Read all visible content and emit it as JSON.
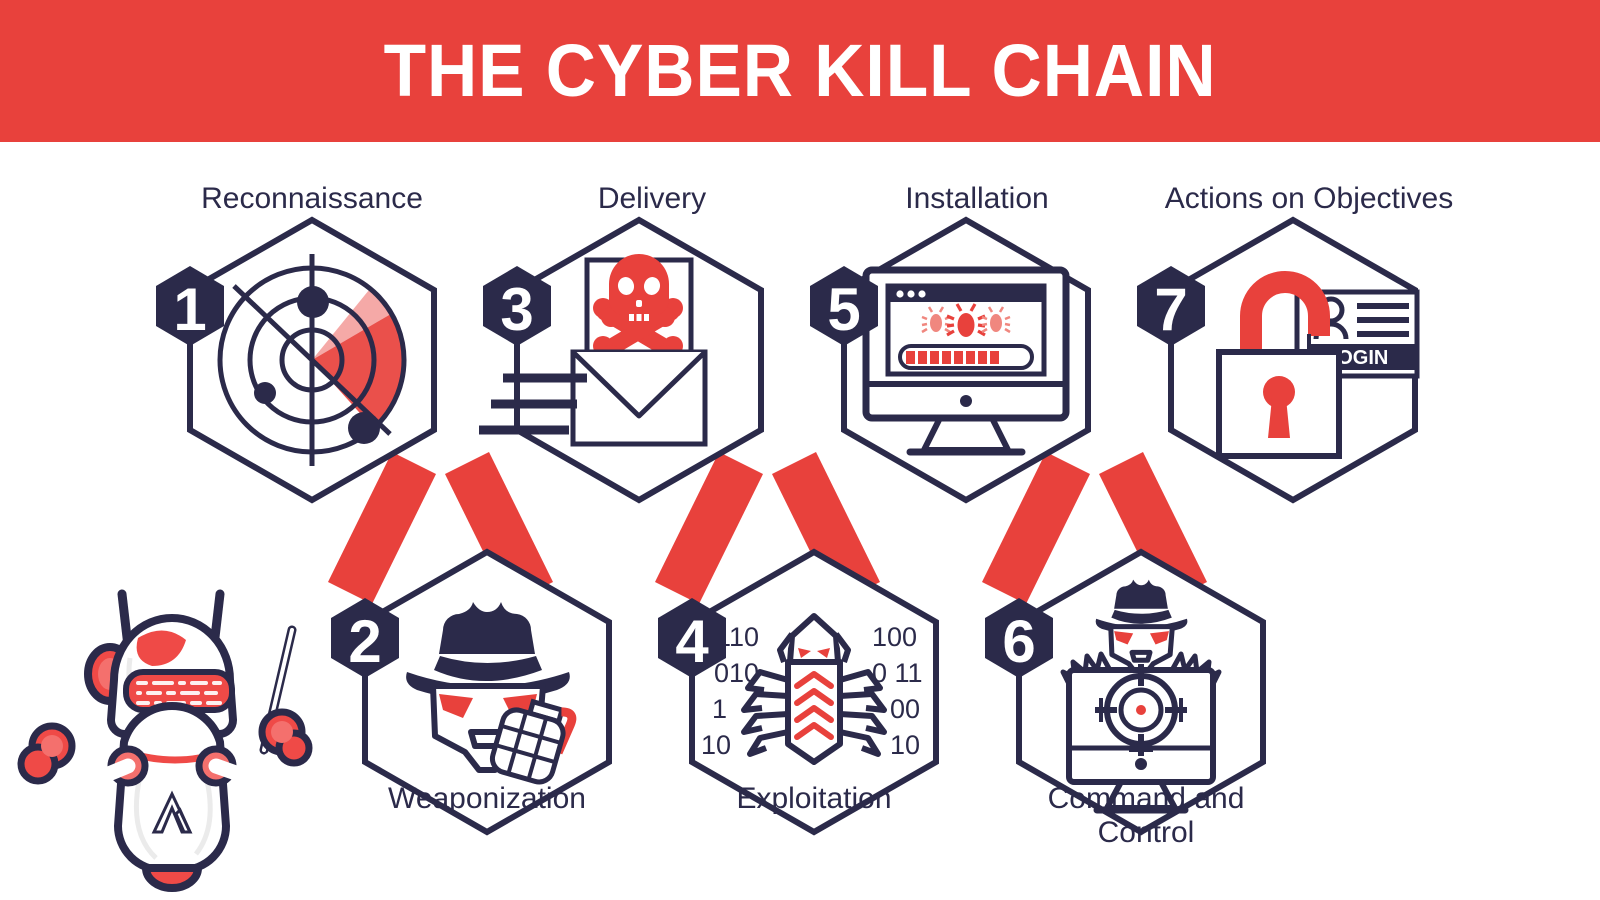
{
  "header": {
    "title": "THE CYBER KILL CHAIN"
  },
  "colors": {
    "red": "#e8413c",
    "red_light": "#f0877f",
    "navy": "#2b2a4a",
    "white": "#ffffff",
    "robot_red": "#ef4a47"
  },
  "stages": [
    {
      "number": "1",
      "label": "Reconnaissance",
      "icon": "radar-icon",
      "row": "top",
      "label_position": "above"
    },
    {
      "number": "2",
      "label": "Weaponization",
      "icon": "spy-grenade-icon",
      "row": "bottom",
      "label_position": "below"
    },
    {
      "number": "3",
      "label": "Delivery",
      "icon": "envelope-skull-icon",
      "row": "top",
      "label_position": "above"
    },
    {
      "number": "4",
      "label": "Exploitation",
      "icon": "binary-bug-icon",
      "row": "bottom",
      "label_position": "below"
    },
    {
      "number": "5",
      "label": "Installation",
      "icon": "monitor-bugs-progress-icon",
      "row": "top",
      "label_position": "above"
    },
    {
      "number": "6",
      "label": "Command\nand Control",
      "icon": "spy-monitor-target-icon",
      "row": "bottom",
      "label_position": "below"
    },
    {
      "number": "7",
      "label": "Actions on Objectives",
      "icon": "unlocked-padlock-login-icon",
      "row": "top",
      "label_position": "above"
    }
  ],
  "icon_text": {
    "login_card_label": "LOGIN",
    "binary_left": [
      "0110",
      "010",
      "1",
      "10"
    ],
    "binary_right": [
      "100",
      "0 11",
      "00",
      "10"
    ]
  },
  "mascot": {
    "name": "robot-mascot",
    "holds": "pointer-stick"
  }
}
